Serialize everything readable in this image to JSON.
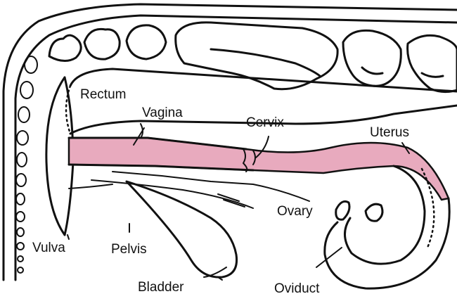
{
  "labels": {
    "rectum": "Rectum",
    "vagina": "Vagina",
    "cervix": "Cervix",
    "uterus": "Uterus",
    "ovary": "Ovary",
    "vulva": "Vulva",
    "pelvis": "Pelvis",
    "bladder": "Bladder",
    "oviduct": "Oviduct"
  },
  "colors": {
    "tract_fill": "#e8aabe",
    "ink": "#111111"
  }
}
